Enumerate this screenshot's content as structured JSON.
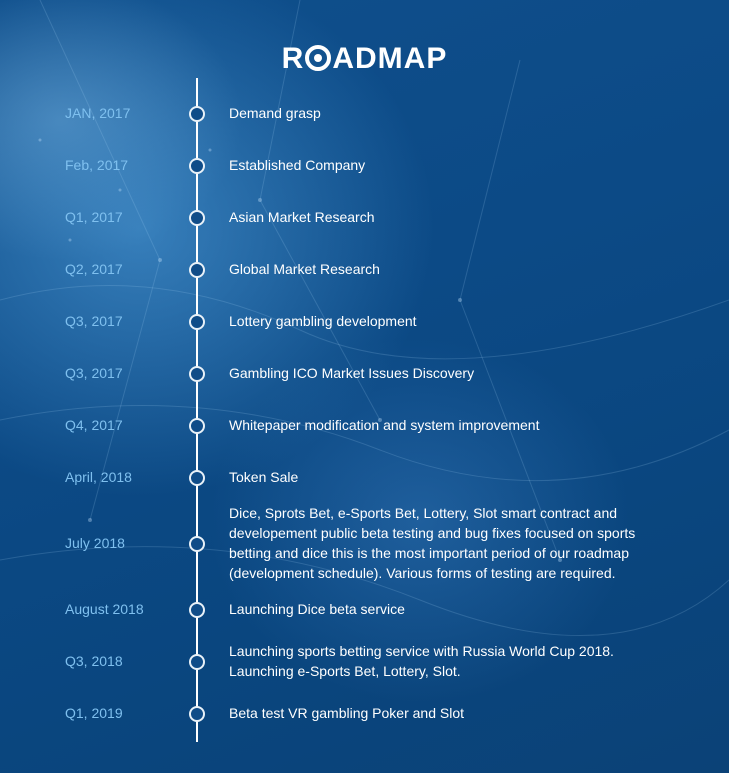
{
  "title": {
    "prefix": "R",
    "suffix": "ADMAP"
  },
  "colors": {
    "background": "#0c4a86",
    "date": "#7fc0ef",
    "text": "#ffffff"
  },
  "milestones": [
    {
      "date": "JAN, 2017",
      "text": "Demand grasp"
    },
    {
      "date": "Feb, 2017",
      "text": "Established Company"
    },
    {
      "date": "Q1, 2017",
      "text": "Asian Market Research"
    },
    {
      "date": "Q2, 2017",
      "text": "Global Market Research"
    },
    {
      "date": "Q3, 2017",
      "text": "Lottery gambling development"
    },
    {
      "date": "Q3, 2017",
      "text": "Gambling ICO Market Issues Discovery"
    },
    {
      "date": "Q4, 2017",
      "text": "Whitepaper modification and system improvement"
    },
    {
      "date": "April, 2018",
      "text": "Token Sale"
    },
    {
      "date": "July 2018",
      "text": "Dice, Sprots Bet, e-Sports Bet, Lottery, Slot smart contract and developement public beta testing and bug fixes focused on sports betting and dice this is the most important period of our roadmap (development schedule). Various forms of testing are required."
    },
    {
      "date": "August 2018",
      "text": "Launching Dice beta service"
    },
    {
      "date": "Q3, 2018",
      "text": "Launching sports betting service with Russia World Cup 2018. Launching e-Sports Bet, Lottery, Slot."
    },
    {
      "date": "Q1, 2019",
      "text": "Beta test VR gambling Poker and Slot"
    }
  ]
}
